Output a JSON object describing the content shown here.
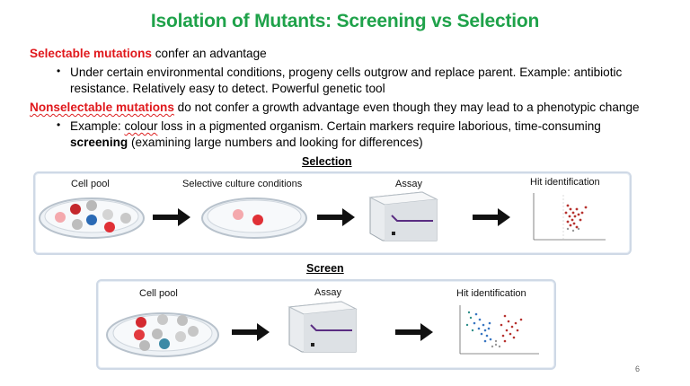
{
  "title": "Isolation of Mutants: Screening vs Selection",
  "selectable": {
    "term": "Selectable mutations",
    "rest": " confer an advantage",
    "bullet_line1": "Under certain environmental conditions, progeny cells outgrow and replace parent. Example: antibiotic",
    "bullet_line2": "resistance. Relatively easy to detect. Powerful genetic tool"
  },
  "nonselectable": {
    "term": "Nonselectable mutations",
    "rest": " do not confer a growth advantage even though they may lead to a phenotypic change",
    "bullet_prefix": "Example: ",
    "bullet_colour": "colour",
    "bullet_rest": " loss in a pigmented organism. Certain markers require laborious, time-consuming",
    "bullet_bold": "screening",
    "bullet_tail": " (examining large numbers and looking for differences)"
  },
  "selection_panel": {
    "heading": "Selection",
    "cell_pool": "Cell pool",
    "selective": "Selective culture conditions",
    "assay": "Assay",
    "hit": "Hit identification"
  },
  "screen_panel": {
    "heading": "Screen",
    "cell_pool": "Cell pool",
    "assay": "Assay",
    "hit": "Hit identification"
  },
  "page_number": "6",
  "colors": {
    "title": "#1fa24a",
    "term": "#e0181c",
    "panel_border": "#cfd9e6"
  }
}
